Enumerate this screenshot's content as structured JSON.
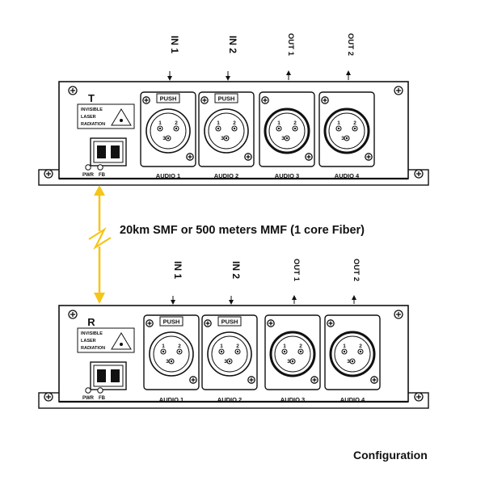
{
  "link_label": "20km SMF or 500 meters MMF (1 core Fiber)",
  "caption": "Configuration",
  "laser_label": [
    "INVISIBLE",
    "LASER",
    "RADIATION"
  ],
  "push_label": "PUSH",
  "led_labels": [
    "PWR",
    "FB"
  ],
  "pin_labels": [
    "1",
    "2",
    "3"
  ],
  "colors": {
    "link_arrow": "#f5c518",
    "line": "#111111",
    "panel": "#ffffff"
  },
  "units": [
    {
      "id": "transmitter",
      "unit_letter": "T",
      "ports": [
        {
          "id": "audio1",
          "label": "AUDIO 1",
          "signal": "IN 1",
          "type": "female",
          "has_push": true,
          "direction": "in"
        },
        {
          "id": "audio2",
          "label": "AUDIO 2",
          "signal": "IN 2",
          "type": "female",
          "has_push": true,
          "direction": "in"
        },
        {
          "id": "audio3",
          "label": "AUDIO 3",
          "signal": "OUT 1",
          "type": "male",
          "has_push": false,
          "direction": "out"
        },
        {
          "id": "audio4",
          "label": "AUDIO 4",
          "signal": "OUT 2",
          "type": "male",
          "has_push": false,
          "direction": "out"
        }
      ]
    },
    {
      "id": "receiver",
      "unit_letter": "R",
      "ports": [
        {
          "id": "audio1",
          "label": "AUDIO 1",
          "signal": "IN 1",
          "type": "female",
          "has_push": true,
          "direction": "in"
        },
        {
          "id": "audio2",
          "label": "AUDIO 2",
          "signal": "IN 2",
          "type": "female",
          "has_push": true,
          "direction": "in"
        },
        {
          "id": "audio3",
          "label": "AUDIO 3",
          "signal": "OUT 1",
          "type": "male",
          "has_push": false,
          "direction": "out"
        },
        {
          "id": "audio4",
          "label": "AUDIO 4",
          "signal": "OUT 2",
          "type": "male",
          "has_push": false,
          "direction": "out"
        }
      ]
    }
  ]
}
